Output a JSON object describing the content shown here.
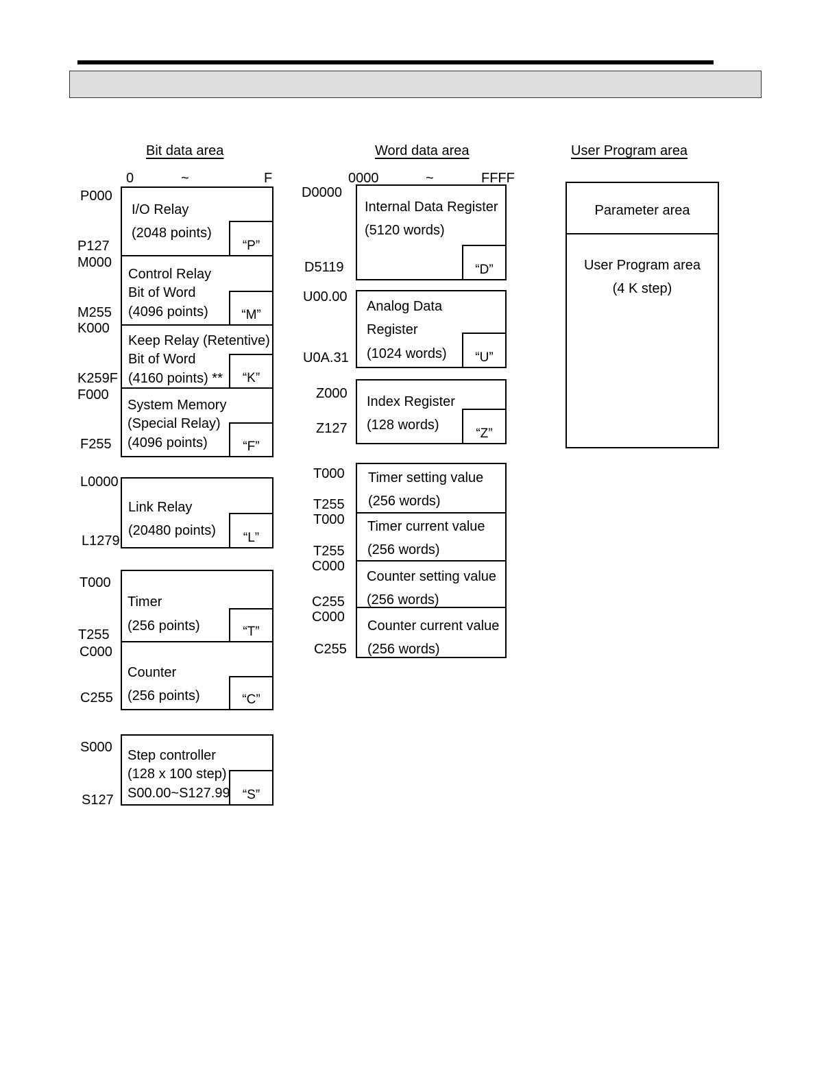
{
  "headings": {
    "bit": "Bit data area",
    "word": "Word data area",
    "user": "User Program area"
  },
  "bit_range": {
    "start": "0",
    "sep": "~",
    "end": "F"
  },
  "word_range": {
    "start": "0000",
    "sep": "~",
    "end": "FFFF"
  },
  "bit_labels": {
    "p000": "P000",
    "p127": "P127",
    "m000": "M000",
    "m255": "M255",
    "k000": "K000",
    "k259f": "K259F",
    "f000": "F000",
    "f255": "F255",
    "l0000": "L0000",
    "l1279": "L1279",
    "t000": "T000",
    "t255": "T255",
    "c000": "C000",
    "c255": "C255",
    "s000": "S000",
    "s127": "S127"
  },
  "bit_boxes": {
    "io": {
      "line1": "I/O Relay",
      "line2": "(2048 points)",
      "code": "“P”"
    },
    "control": {
      "line1": "Control Relay",
      "line2": "Bit of Word",
      "line3": "(4096 points)",
      "code": "“M”"
    },
    "keep": {
      "line1": "Keep Relay (Retentive)",
      "line2": "Bit of Word",
      "line3": "(4160 points) **",
      "code": "“K”"
    },
    "system": {
      "line1": "System Memory",
      "line2": "(Special Relay)",
      "line3": "(4096 points)",
      "code": "“F”"
    },
    "link": {
      "line1": "Link Relay",
      "line2": "(20480 points)",
      "code": "“L”"
    },
    "timer": {
      "line1": "Timer",
      "line2": "(256 points)",
      "code": "“T”"
    },
    "counter": {
      "line1": "Counter",
      "line2": "(256 points)",
      "code": "“C”"
    },
    "step": {
      "line1": "Step controller",
      "line2": "(128 x 100 step)",
      "line3": "S00.00~S127.99",
      "code": "“S”"
    }
  },
  "word_labels": {
    "d0000": "D0000",
    "d5119": "D5119",
    "u0000": "U00.00",
    "u0a31": "U0A.31",
    "z000": "Z000",
    "z127": "Z127",
    "t000a": "T000",
    "t255a": "T255",
    "t000b": "T000",
    "t255b": "T255",
    "c000a": "C000",
    "c255a": "C255",
    "c000b": "C000",
    "c255b": "C255"
  },
  "word_boxes": {
    "internal": {
      "line1": "Internal Data Register",
      "line2": "(5120 words)",
      "code": "“D”"
    },
    "analog": {
      "line1": "Analog Data",
      "line2": "Register",
      "line3": "(1024 words)",
      "code": "“U”"
    },
    "index": {
      "line1": "Index Register",
      "line2": "(128 words)",
      "code": "“Z”"
    },
    "tset": {
      "line1": "Timer setting value",
      "line2": "(256 words)"
    },
    "tcur": {
      "line1": "Timer current value",
      "line2": "(256 words)"
    },
    "cset": {
      "line1": "Counter setting value",
      "line2": "(256 words)"
    },
    "ccur": {
      "line1": "Counter current value",
      "line2": "(256 words)"
    }
  },
  "user_area": {
    "param": "Parameter area",
    "prog_line1": "User Program area",
    "prog_line2": "(4 K step)"
  }
}
